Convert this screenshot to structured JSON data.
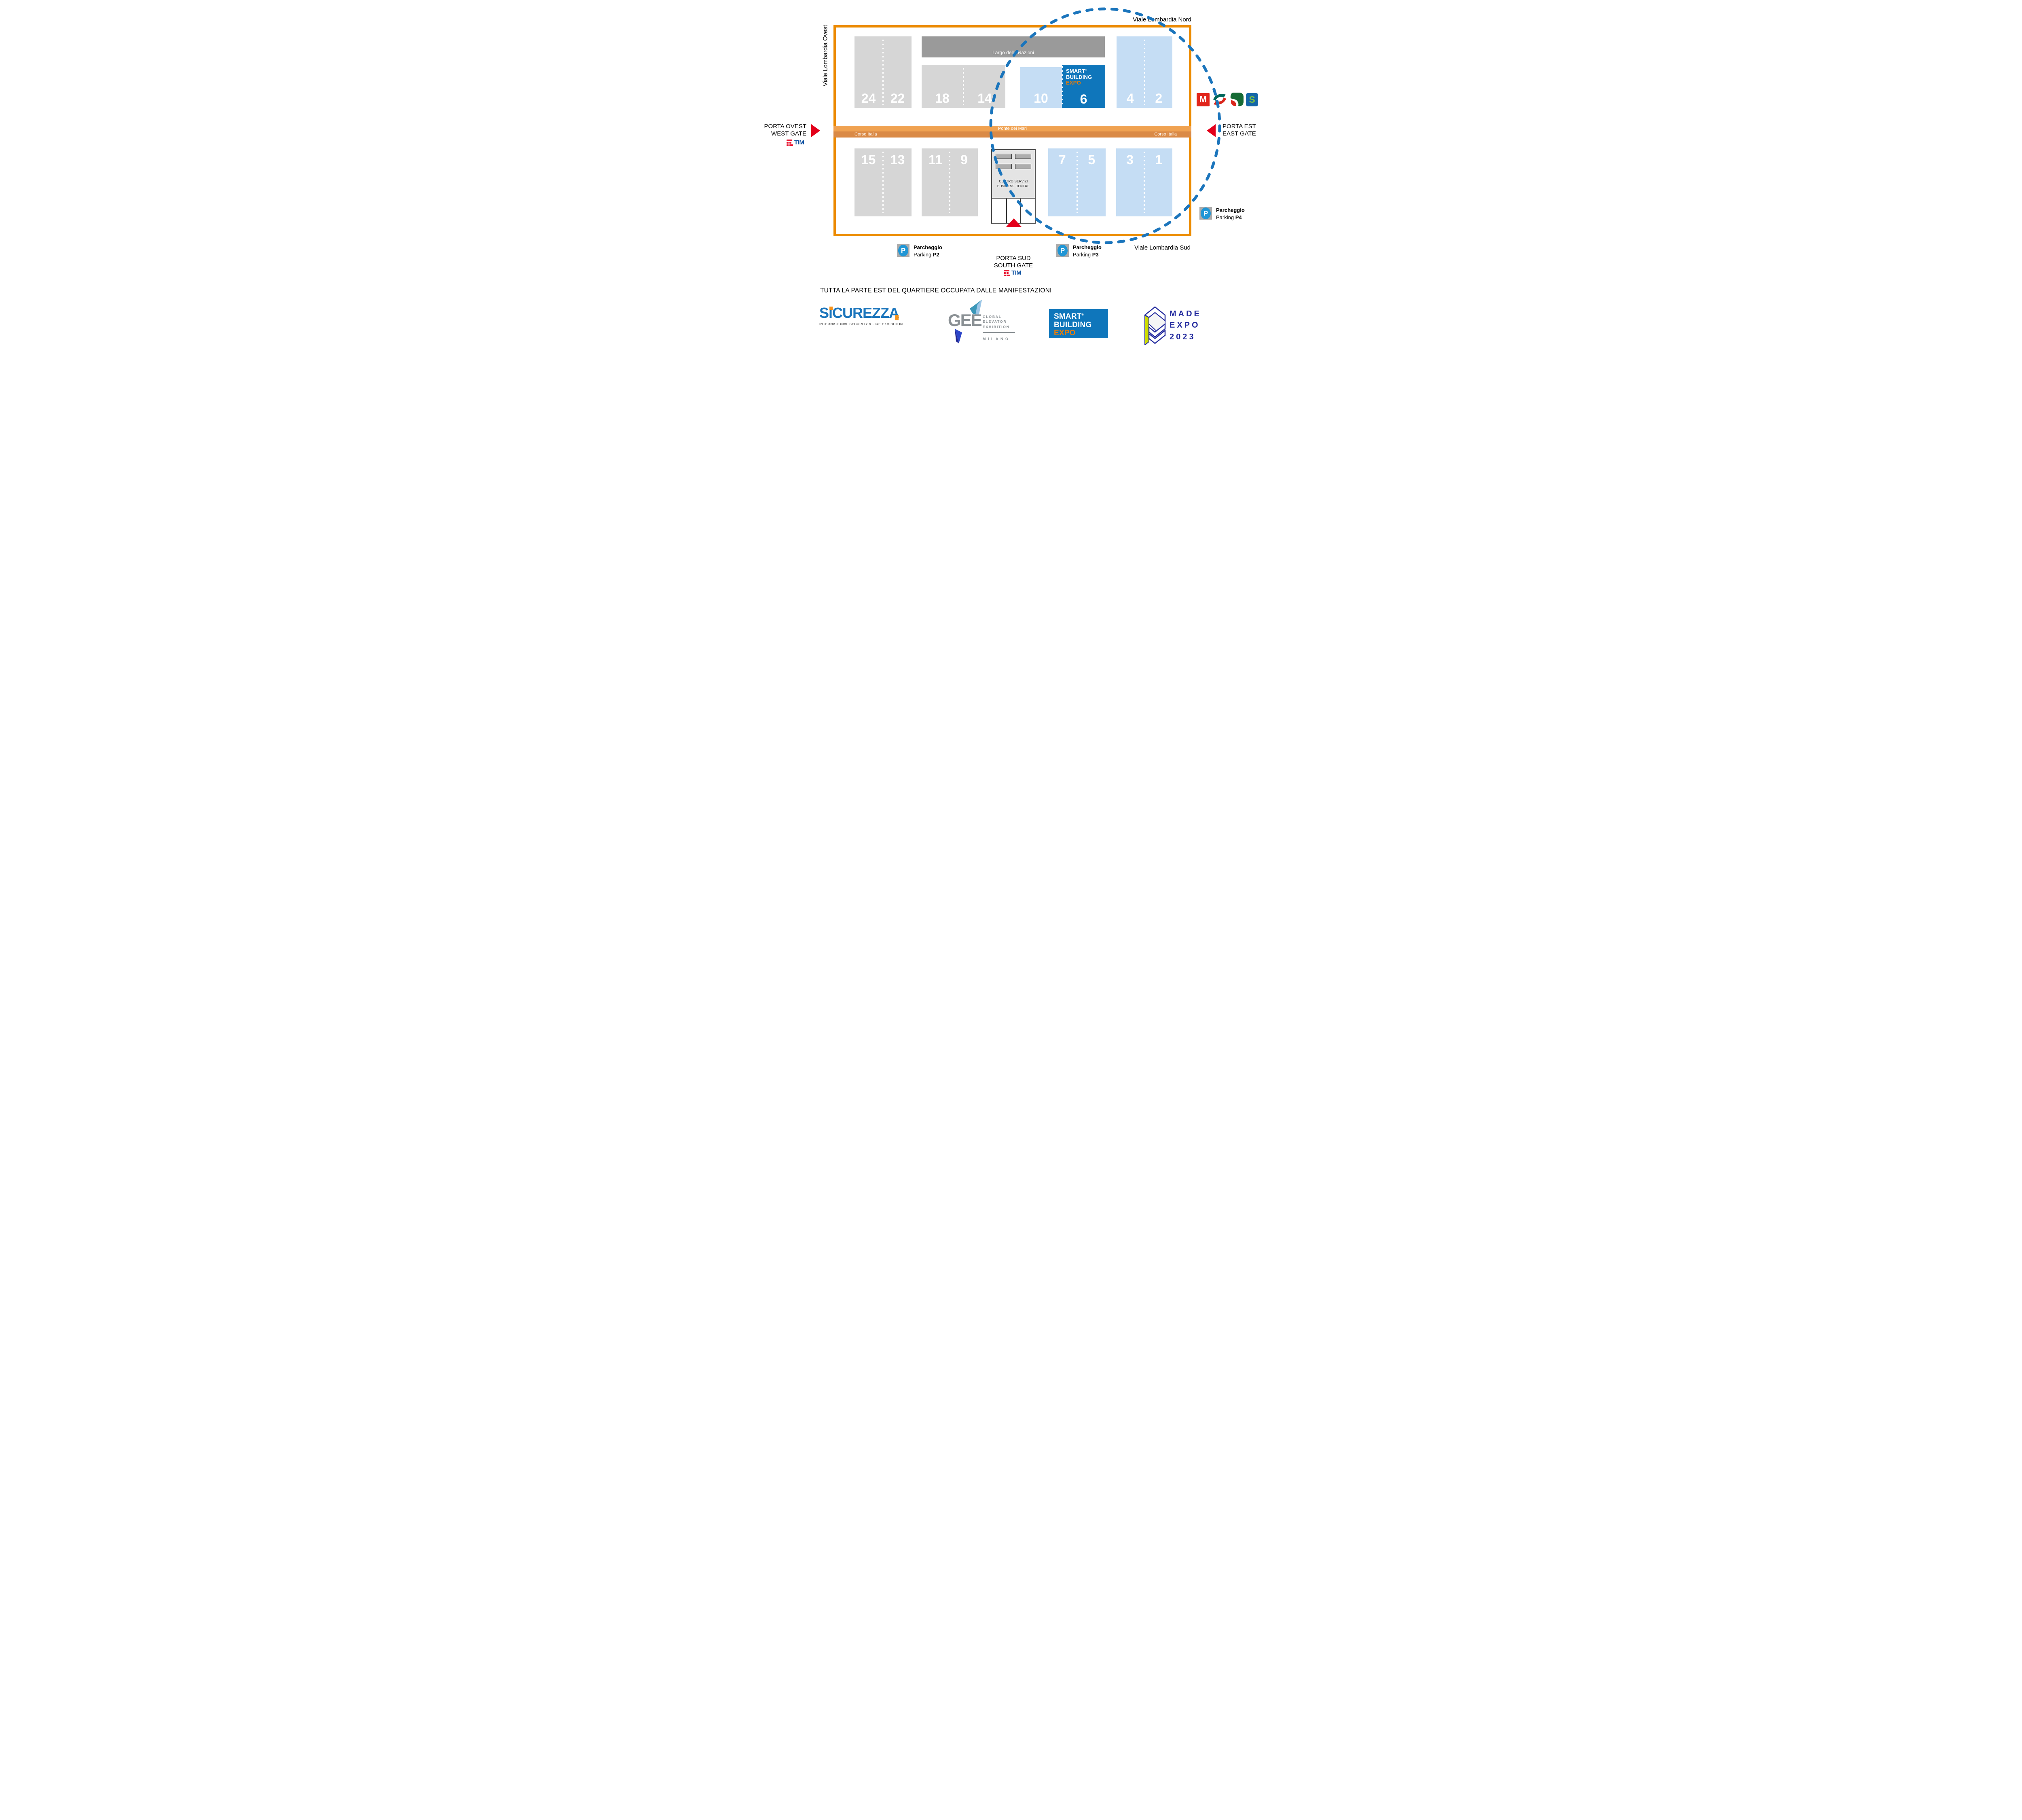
{
  "map": {
    "streets": {
      "nord": "Viale Lombardia Nord",
      "ovest": "Viale Lombardia Ovest",
      "sud": "Viale Lombardia Sud"
    },
    "roads": {
      "ponte": "Ponte dei Mari",
      "corso_left": "Corso Italia",
      "corso_right": "Corso Italia",
      "largo": "Largo delle Nazioni"
    },
    "halls": {
      "north_row": [
        "24",
        "22",
        "18",
        "14",
        "10",
        "6",
        "4",
        "2"
      ],
      "south_row": [
        "15",
        "13",
        "11",
        "9",
        "7",
        "5",
        "3",
        "1"
      ]
    },
    "hall6_logo": {
      "line1": "SMART",
      "line2": "BUILDING",
      "line3": "EXPO",
      "reg": "®"
    },
    "business_centre": {
      "line1": "CENTRO SERVIZI",
      "line2": "BUSINESS CENTRE"
    },
    "gates": {
      "west": {
        "line1": "PORTA OVEST",
        "line2": "WEST GATE"
      },
      "east": {
        "line1": "PORTA EST",
        "line2": "EAST GATE"
      },
      "south": {
        "line1": "PORTA SUD",
        "line2": "SOUTH GATE"
      }
    },
    "tim": "TIM",
    "parkings": {
      "p2": {
        "it": "Parcheggio",
        "en": "Parking",
        "code": "P2",
        "letter": "P"
      },
      "p3": {
        "it": "Parcheggio",
        "en": "Parking",
        "code": "P3",
        "letter": "P"
      },
      "p4": {
        "it": "Parcheggio",
        "en": "Parking",
        "code": "P4",
        "letter": "P"
      }
    },
    "transit": {
      "metro_letter": "M",
      "sline_letter": "S"
    }
  },
  "footer": {
    "note": "TUTTA LA PARTE EST DEL QUARTIERE OCCUPATA DALLE MANIFESTAZIONI",
    "sicurezza": {
      "name": "SiCUREZZA",
      "subtitle": "INTERNATIONAL SECURITY & FIRE EXHIBITION"
    },
    "gee": {
      "name": "GEE",
      "line1": "GLOBAL",
      "line2": "ELEVATOR",
      "line3": "EXHIBITION",
      "city": "MILANO"
    },
    "smart_building_expo": {
      "line1": "SMART",
      "line2": "BUILDING",
      "line3": "EXPO",
      "reg": "®"
    },
    "made_expo": {
      "line1": "MADE",
      "line2": "EXPO",
      "line3": "2023"
    }
  },
  "colors": {
    "border_orange": "#EC8B00",
    "road_light": "#F0A251",
    "road_dark": "#DA8A46",
    "hall_gray": "#D6D6D6",
    "largo_gray": "#9A9A9A",
    "hall_blue": "#C5DDF4",
    "brand_blue": "#0F76BB",
    "expo_orange": "#F07D00",
    "circle_blue": "#1B75BC",
    "gate_red": "#E3001B",
    "tim_red": "#E8112D",
    "tim_blue": "#0C50A0",
    "parking_blue": "#2096D5",
    "made_navy": "#232A9E",
    "made_yellow": "#CDDC00",
    "sicurezza_blue": "#1B75BC",
    "accent_orange": "#F7941D",
    "gee_gray": "#8A9094"
  }
}
